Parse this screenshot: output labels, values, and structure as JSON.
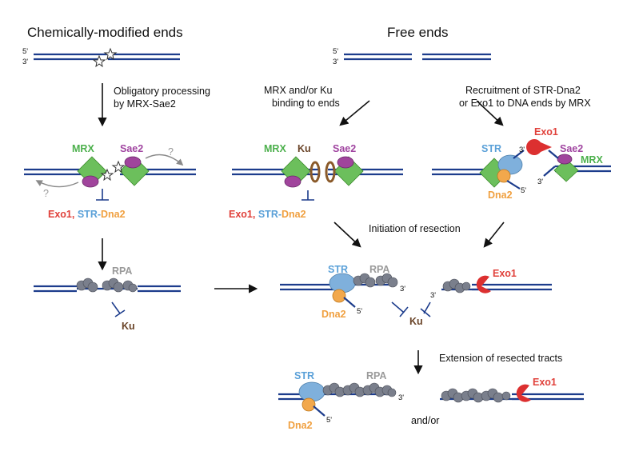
{
  "headings": {
    "chemically_modified": "Chemically-modified ends",
    "free_ends": "Free ends"
  },
  "strand_labels": {
    "five_prime": "5'",
    "three_prime": "3'"
  },
  "captions": {
    "obligatory_1": "Obligatory processing",
    "obligatory_2": "by MRX-Sae2",
    "mrx_ku_1": "MRX and/or Ku",
    "mrx_ku_2": "binding to ends",
    "recruit_1": "Recruitment of STR-Dna2",
    "recruit_2": "or Exo1 to DNA ends by MRX",
    "initiation": "Initiation of resection",
    "extension": "Extension of resected tracts",
    "and_or": "and/or",
    "question": "?"
  },
  "proteins": {
    "mrx": "MRX",
    "sae2": "Sae2",
    "ku": "Ku",
    "str": "STR",
    "dna2": "Dna2",
    "exo1": "Exo1",
    "rpa": "RPA",
    "exo1_comma": "Exo1,",
    "str_dash": "STR-",
    "dna2_plain": "Dna2"
  },
  "colors": {
    "dna": "#1c3c8c",
    "mrx": "#6cbf5c",
    "sae2": "#a0449c",
    "ku": "#8a5a2a",
    "str": "#7fb0dc",
    "dna2": "#f2a84c",
    "exo1": "#dc3030",
    "rpa": "#7a7f8c"
  }
}
